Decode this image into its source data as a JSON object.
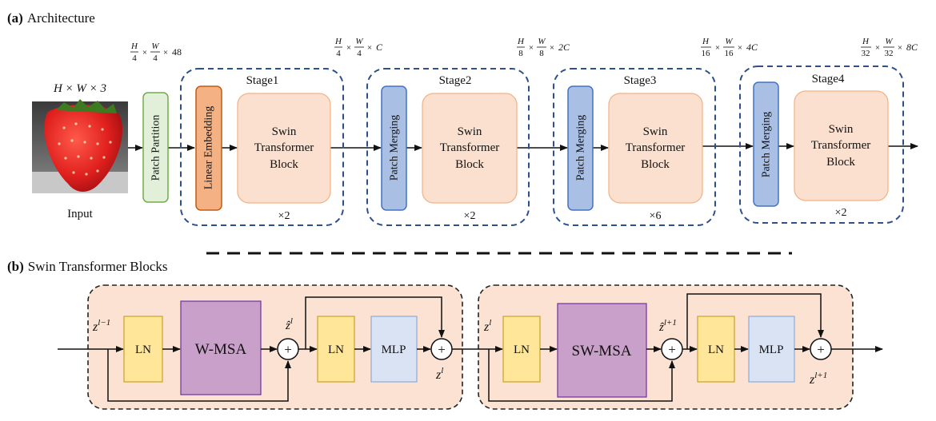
{
  "part_a": {
    "heading_letter": "(a)",
    "heading_text": "Architecture",
    "input_dims": "H × W × 3",
    "input_label": "Input",
    "patch_partition": "Patch Partition",
    "linear_embedding": "Linear Embedding",
    "patch_merging": "Patch Merging",
    "block_line1": "Swin",
    "block_line2": "Transformer",
    "block_line3": "Block",
    "stages": [
      {
        "name": "Stage1",
        "repeat": "×2"
      },
      {
        "name": "Stage2",
        "repeat": "×2"
      },
      {
        "name": "Stage3",
        "repeat": "×6"
      },
      {
        "name": "Stage4",
        "repeat": "×2"
      }
    ],
    "dims": [
      {
        "h": "H",
        "hd": "4",
        "w": "W",
        "wd": "4",
        "c": "48"
      },
      {
        "h": "H",
        "hd": "4",
        "w": "W",
        "wd": "4",
        "c": "C"
      },
      {
        "h": "H",
        "hd": "8",
        "w": "W",
        "wd": "8",
        "c": "2C"
      },
      {
        "h": "H",
        "hd": "16",
        "w": "W",
        "wd": "16",
        "c": "4C"
      },
      {
        "h": "H",
        "hd": "32",
        "w": "W",
        "wd": "32",
        "c": "8C"
      }
    ],
    "times": "×"
  },
  "part_b": {
    "heading_letter": "(b)",
    "heading_text": "Swin Transformer Blocks",
    "block1": {
      "in_var": "z",
      "in_sup": "l−1",
      "ln1": "LN",
      "msa": "W-MSA",
      "mid_var": "ẑ",
      "mid_sup": "l",
      "ln2": "LN",
      "mlp": "MLP",
      "out_var": "z",
      "out_sup": "l"
    },
    "block2": {
      "in_var": "z",
      "in_sup": "l",
      "ln1": "LN",
      "msa": "SW-MSA",
      "mid_var": "ẑ",
      "mid_sup": "l+1",
      "ln2": "LN",
      "mlp": "MLP",
      "out_var": "z",
      "out_sup": "l+1"
    },
    "plus": "+"
  },
  "colors": {
    "stage_border": "#2d4f8a",
    "patch_partition_fill": "#e2f0d9",
    "patch_partition_stroke": "#70ad47",
    "linear_embedding_fill": "#f4b183",
    "linear_embedding_stroke": "#c55a11",
    "patch_merging_fill": "#a9bfe4",
    "patch_merging_stroke": "#4472c4",
    "swin_block_fill": "#fbe0cf",
    "swin_block_stroke": "#f4b183",
    "block_bg": "#fbe2d3",
    "ln_fill": "#ffe699",
    "ln_stroke": "#c9a227",
    "msa_fill": "#c9a0c9",
    "msa_stroke": "#7030a0",
    "mlp_fill": "#dae3f3",
    "mlp_stroke": "#8eaadb"
  }
}
